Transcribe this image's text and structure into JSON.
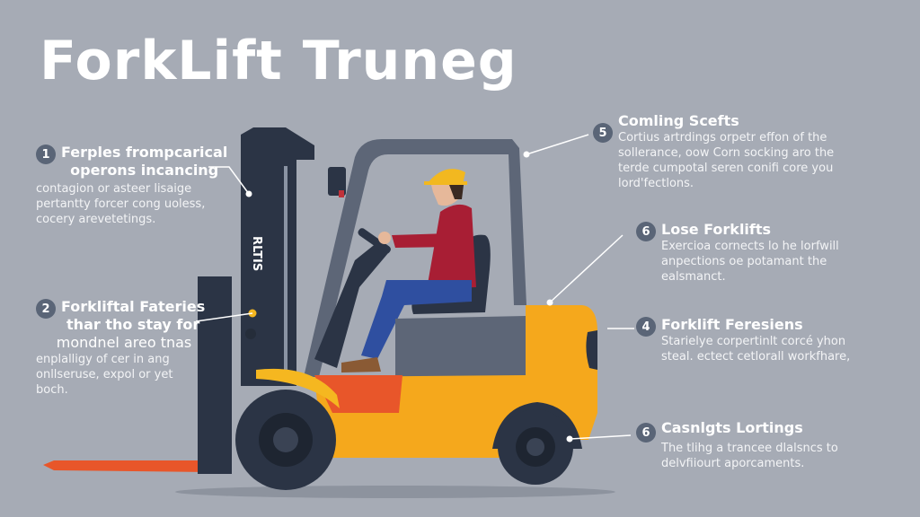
{
  "title": "ForkLift Truneg",
  "colors": {
    "background": "#a6abb5",
    "forklift_body": "#f5a81c",
    "forklift_dark": "#2b3445",
    "accent_orange": "#e8562a",
    "badge": "#5a6577",
    "text": "#ffffff"
  },
  "callouts": [
    {
      "number": "1",
      "title_line1": "Ferples frompcarical",
      "title_line2": "operons incancing",
      "body": [
        "contagion or asteer lisaige",
        "pertantty forcer cong uoless,",
        "cocery arevetetings."
      ]
    },
    {
      "number": "2",
      "title_line1": "Forkliftal Fateries",
      "title_line2": "thar tho stay for",
      "title_line3": "mondnel areo tnas",
      "body": [
        "enplalligy of cer in ang",
        "onllseruse, expol or yet",
        "boch."
      ]
    },
    {
      "number": "5",
      "title": "Comling Scefts",
      "body": [
        "Cortius artrdings orpetr effon of the",
        "sollerance, oow Corn socking aro the",
        "terde cumpotal seren conifi core you",
        "lord'fectlons."
      ]
    },
    {
      "number": "6",
      "title": "Lose Forklifts",
      "body": [
        "Exercioa cornects lo he lorfwill",
        "anpections oe potamant the",
        "ealsmanct."
      ]
    },
    {
      "number": "4",
      "title": "Forklift Feresiens",
      "body": [
        "Starielye corpertinlt corcé yhon",
        "steal. ectect cetlorall workfhare,"
      ]
    },
    {
      "number": "6",
      "title": "Casnlgts Lortings",
      "body": [
        "The tlihg a trancee dlalsncs to",
        "delvfiiourt aporcaments."
      ]
    }
  ],
  "forklift": {
    "mast_label": "RLTIS"
  }
}
